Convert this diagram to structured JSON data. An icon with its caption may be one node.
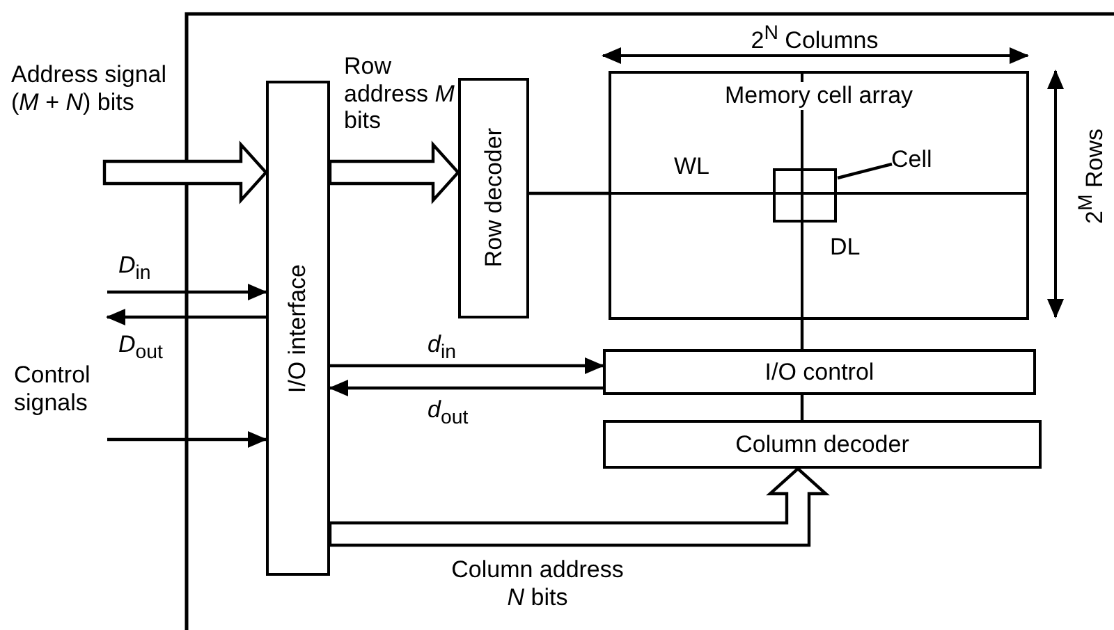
{
  "diagram": {
    "nodes": [
      {
        "text": [
          "I/O interface"
        ]
      },
      {
        "text": [
          "Row decoder"
        ]
      },
      {
        "text": [
          "Memory cell array"
        ]
      },
      {
        "text": [],
        "shape": "box",
        "in": 2
      },
      {
        "text": [
          "Cell"
        ],
        "in": 2
      },
      {
        "text": [
          "I/O control"
        ]
      },
      {
        "text": [
          "Column decoder"
        ]
      }
    ],
    "edges": [
      {
        "from": null,
        "to": 0,
        "arrow": "to",
        "style": "thick",
        "label": "Address signal (*M* + *N*) bits"
      },
      {
        "from": 0,
        "to": 1,
        "arrow": "to",
        "style": "thick",
        "label": "Row address *M* bits"
      },
      {
        "from": 1,
        "to": 2,
        "arrow": "none",
        "label": "WL"
      },
      {
        "from": 4,
        "to": 3,
        "arrow": "none"
      },
      {
        "from": 2,
        "to": 5,
        "arrow": "none",
        "label": "DL"
      },
      {
        "from": null,
        "to": 0,
        "arrow": "to",
        "label": "*D*$_{in}$"
      },
      {
        "from": 0,
        "to": null,
        "arrow": "to",
        "label": "*D*$_{out}$"
      },
      {
        "from": null,
        "to": 0,
        "arrow": "to",
        "label": "Control signals"
      },
      {
        "from": 0,
        "to": 5,
        "arrow": "to",
        "label": "*d*$_{in}$"
      },
      {
        "from": 5,
        "to": 0,
        "arrow": "to",
        "label": "*d*$_{out}$"
      },
      {
        "from": 5,
        "to": 6,
        "arrow": "none"
      },
      {
        "from": 0,
        "to": 6,
        "arrow": "to",
        "style": "thick",
        "label": "Column address *N* bits"
      }
    ],
    "labels": [
      "2$^{N}$ Columns",
      "2$^{M}$ Rows"
    ]
  }
}
